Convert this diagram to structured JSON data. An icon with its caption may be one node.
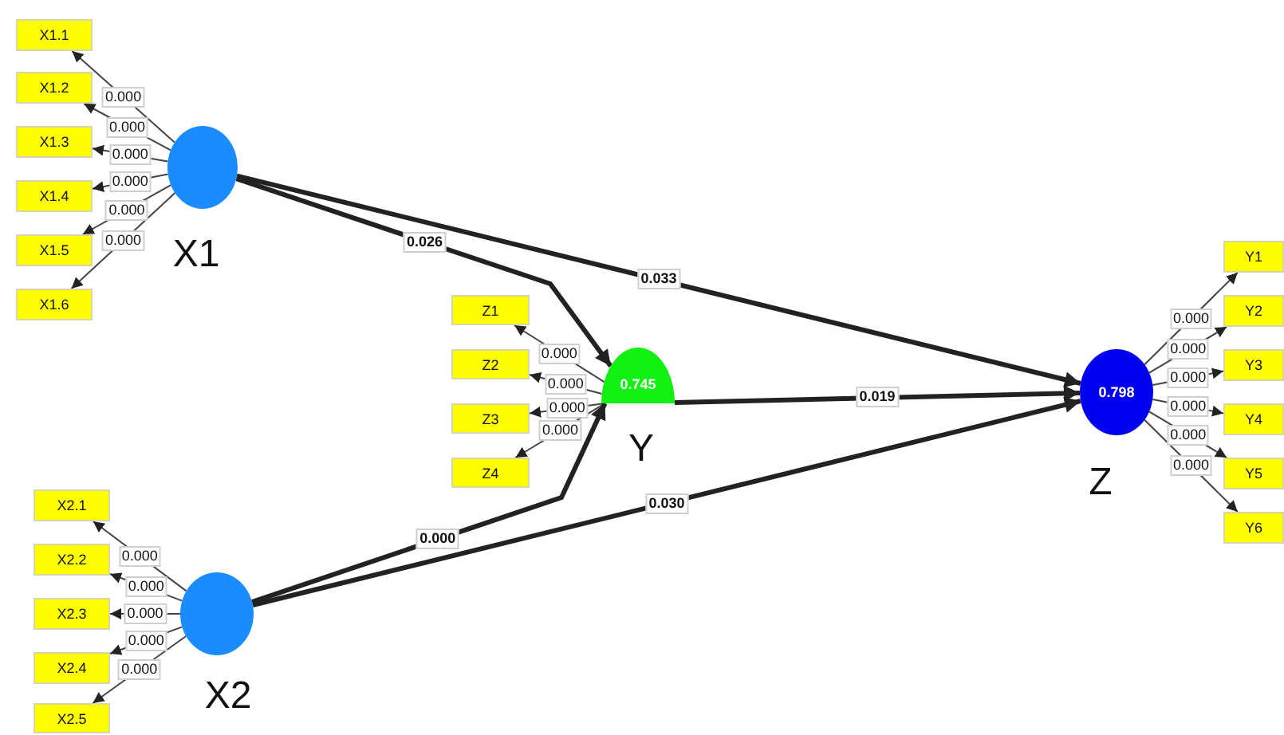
{
  "diagram": {
    "nodes": [
      {
        "text": [
          "X1"
        ]
      },
      {
        "text": [
          "X1.1"
        ]
      },
      {
        "text": [
          "X1.2"
        ]
      },
      {
        "text": [
          "X1.3"
        ]
      },
      {
        "text": [
          "X1.4"
        ]
      },
      {
        "text": [
          "X1.5"
        ]
      },
      {
        "text": [
          "X1.6"
        ]
      },
      {
        "text": [
          "0.745",
          "Y"
        ]
      },
      {
        "text": [
          "Z1"
        ]
      },
      {
        "text": [
          "Z2"
        ]
      },
      {
        "text": [
          "Z3"
        ]
      },
      {
        "text": [
          "Z4"
        ]
      },
      {
        "text": [
          "X2"
        ]
      },
      {
        "text": [
          "X2.1"
        ]
      },
      {
        "text": [
          "X2.2"
        ]
      },
      {
        "text": [
          "X2.3"
        ]
      },
      {
        "text": [
          "X2.4"
        ]
      },
      {
        "text": [
          "X2.5"
        ]
      },
      {
        "text": [
          "0.798",
          "Z"
        ]
      },
      {
        "text": [
          "Y1"
        ]
      },
      {
        "text": [
          "Y2"
        ]
      },
      {
        "text": [
          "Y3"
        ]
      },
      {
        "text": [
          "Y4"
        ]
      },
      {
        "text": [
          "Y5"
        ]
      },
      {
        "text": [
          "Y6"
        ]
      }
    ],
    "edges": [
      {
        "from": 0,
        "to": 1,
        "arrow": "to",
        "label": "0.000"
      },
      {
        "from": 0,
        "to": 2,
        "arrow": "to",
        "label": "0.000"
      },
      {
        "from": 0,
        "to": 3,
        "arrow": "to",
        "label": "0.000"
      },
      {
        "from": 0,
        "to": 4,
        "arrow": "to",
        "label": "0.000"
      },
      {
        "from": 0,
        "to": 5,
        "arrow": "to",
        "label": "0.000"
      },
      {
        "from": 0,
        "to": 6,
        "arrow": "to",
        "label": "0.000"
      },
      {
        "from": 0,
        "to": 7,
        "arrow": "to",
        "label": "0.026",
        "style": "thick"
      },
      {
        "from": 0,
        "to": 18,
        "arrow": "to",
        "label": "0.033",
        "style": "thick"
      },
      {
        "from": 7,
        "to": 8,
        "arrow": "to",
        "label": "0.000"
      },
      {
        "from": 7,
        "to": 9,
        "arrow": "to",
        "label": "0.000"
      },
      {
        "from": 7,
        "to": 10,
        "arrow": "to",
        "label": "0.000"
      },
      {
        "from": 7,
        "to": 11,
        "arrow": "to",
        "label": "0.000"
      },
      {
        "from": 7,
        "to": 18,
        "arrow": "to",
        "label": "0.019",
        "style": "thick"
      },
      {
        "from": 12,
        "to": 13,
        "arrow": "to",
        "label": "0.000"
      },
      {
        "from": 12,
        "to": 14,
        "arrow": "to",
        "label": "0.000"
      },
      {
        "from": 12,
        "to": 15,
        "arrow": "to",
        "label": "0.000"
      },
      {
        "from": 12,
        "to": 16,
        "arrow": "to",
        "label": "0.000"
      },
      {
        "from": 12,
        "to": 17,
        "arrow": "to",
        "label": "0.000"
      },
      {
        "from": 12,
        "to": 7,
        "arrow": "to",
        "label": "0.000",
        "style": "thick"
      },
      {
        "from": 12,
        "to": 18,
        "arrow": "to",
        "label": "0.030",
        "style": "thick"
      },
      {
        "from": 18,
        "to": 19,
        "arrow": "to",
        "label": "0.000"
      },
      {
        "from": 18,
        "to": 20,
        "arrow": "to",
        "label": "0.000"
      },
      {
        "from": 18,
        "to": 21,
        "arrow": "to",
        "label": "0.000"
      },
      {
        "from": 18,
        "to": 22,
        "arrow": "to",
        "label": "0.000"
      },
      {
        "from": 18,
        "to": 23,
        "arrow": "to",
        "label": "0.000"
      },
      {
        "from": 18,
        "to": 24,
        "arrow": "to",
        "label": "0.000"
      }
    ]
  }
}
